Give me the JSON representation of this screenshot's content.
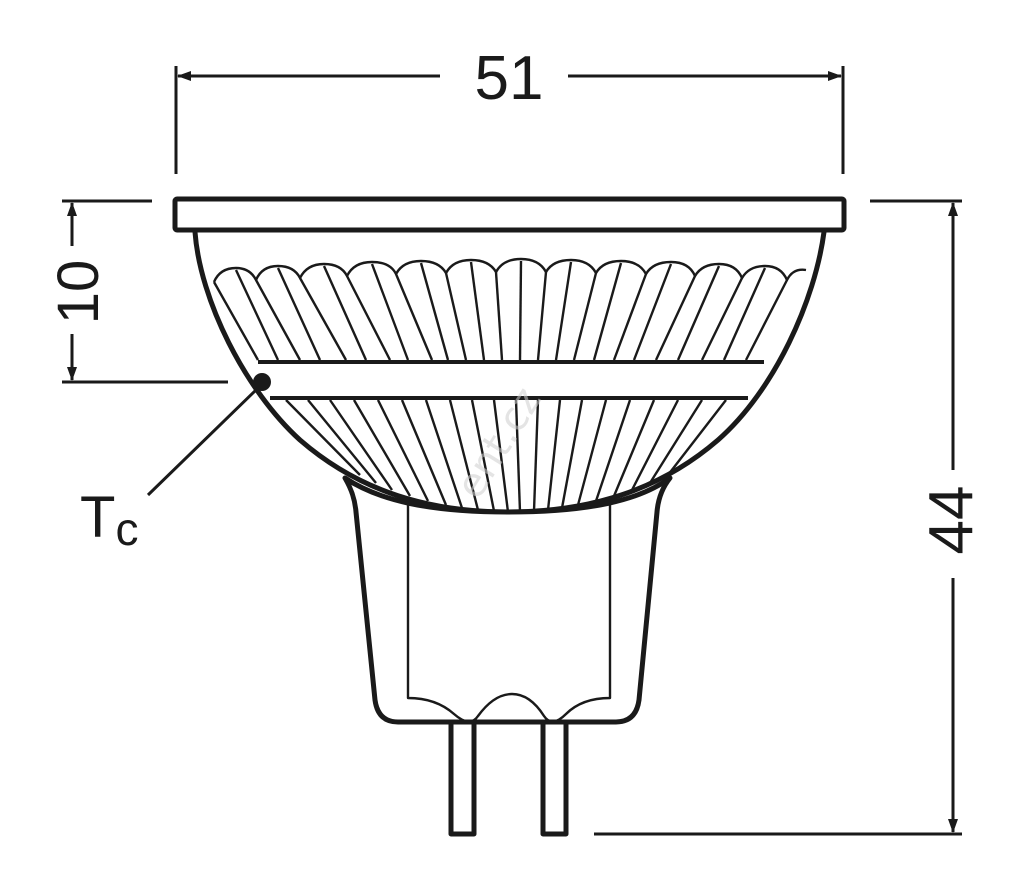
{
  "dimensions": {
    "width": "51",
    "rim_height": "10",
    "total_height": "44"
  },
  "labels": {
    "case_temp_main": "T",
    "case_temp_sub": "c"
  },
  "watermark": "ent.cz",
  "colors": {
    "line": "#1a1a1a",
    "background": "#ffffff"
  }
}
